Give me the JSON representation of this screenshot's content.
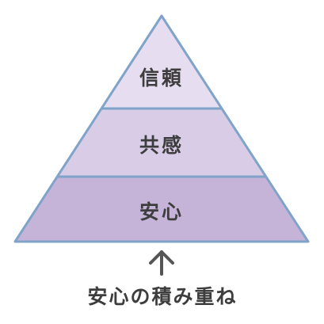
{
  "pyramid": {
    "levels": [
      {
        "label": "信頼",
        "fill": "#e6def0"
      },
      {
        "label": "共感",
        "fill": "#d8cce7"
      },
      {
        "label": "安心",
        "fill": "#c6b4d8"
      }
    ],
    "border_color": "#7fa3c9"
  },
  "arrow": {
    "icon": "arrow-up-icon",
    "color": "#555555"
  },
  "caption": "安心の積み重ね"
}
